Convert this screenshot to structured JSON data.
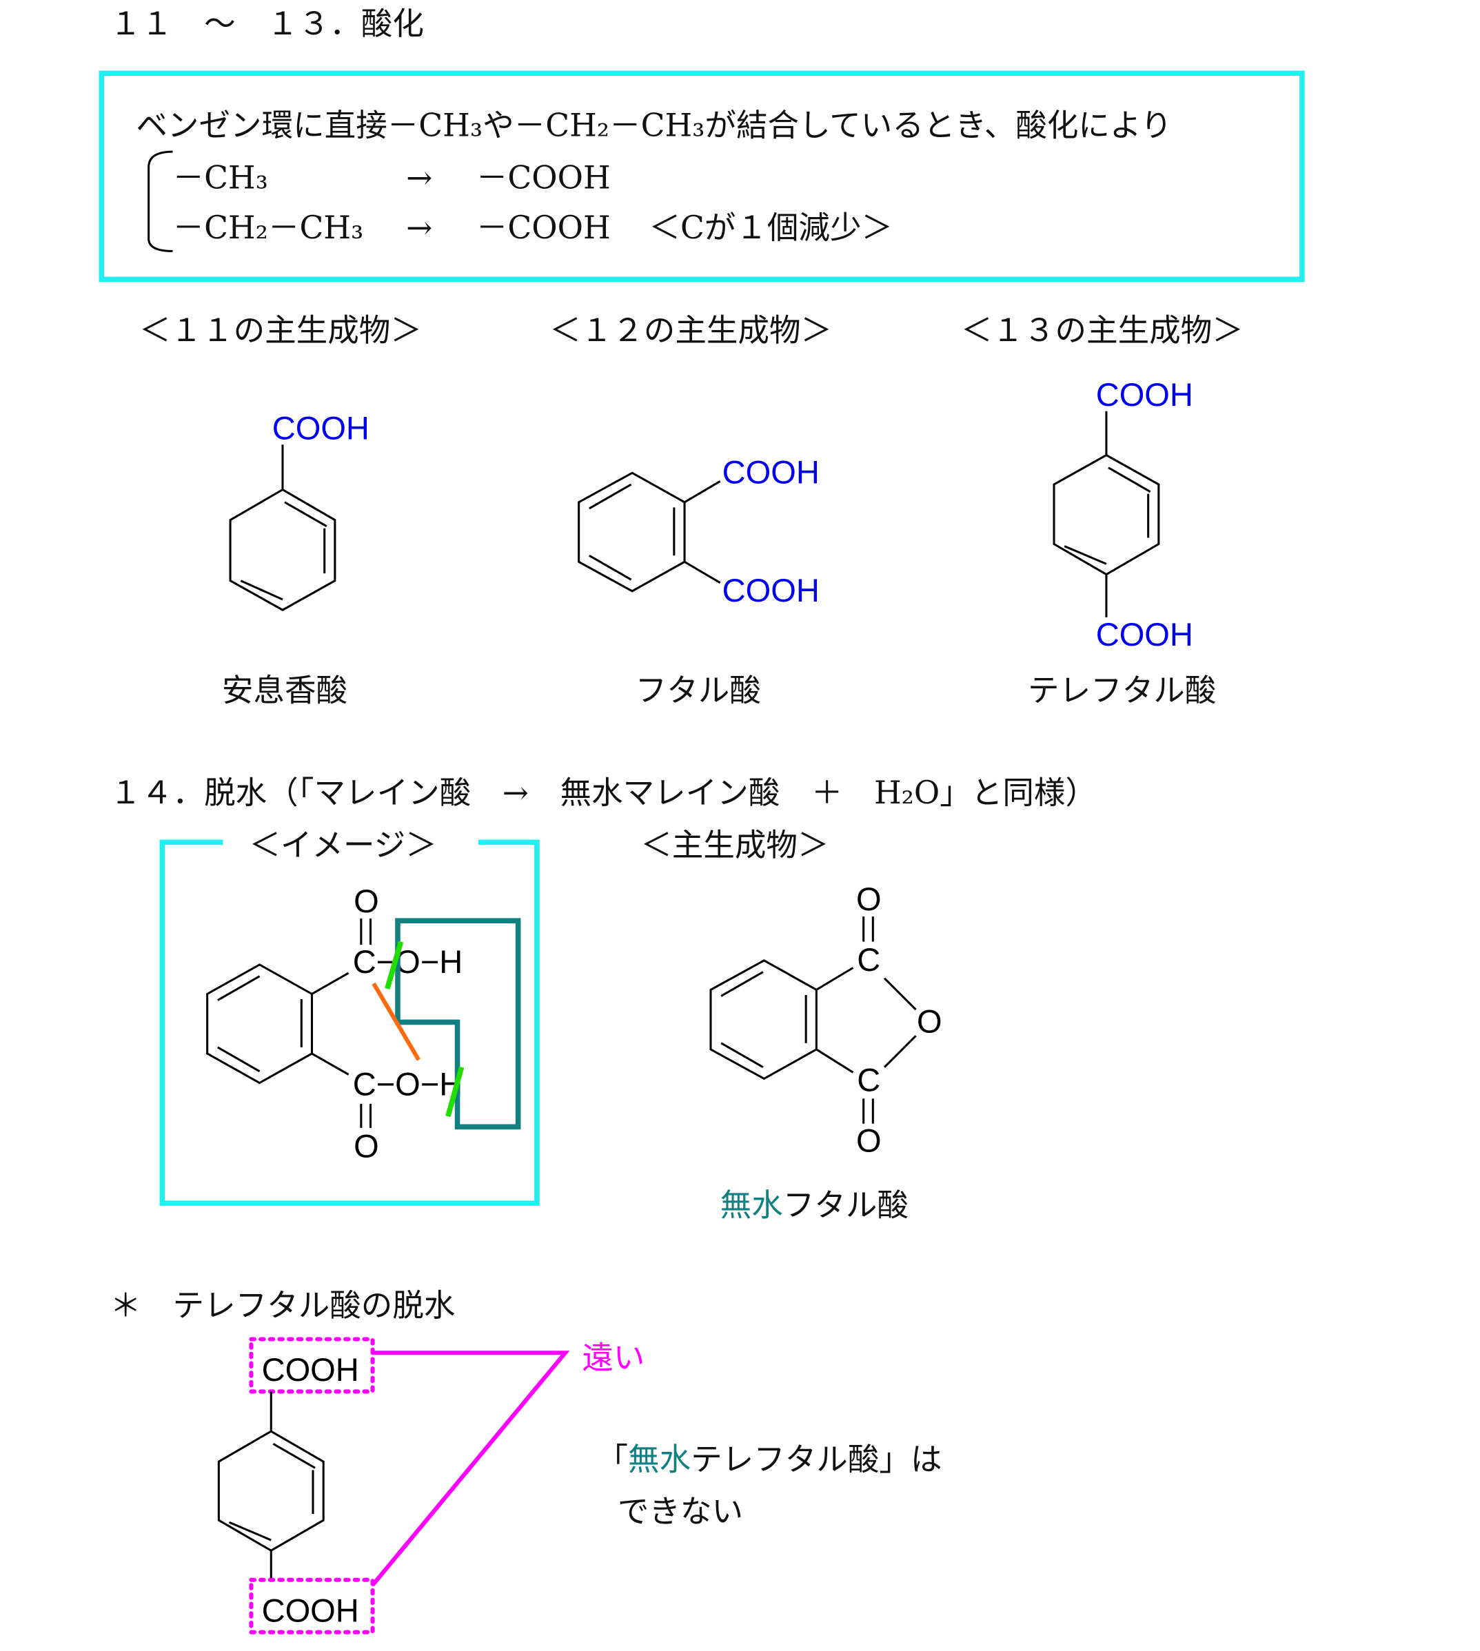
{
  "title": "１１　～　１３．酸化",
  "rule_box": {
    "line1": "ベンゼン環に直接－CH₃や－CH₂－CH₃が結合しているとき、酸化により",
    "row1_from": "－CH₃",
    "row1_arrow": "→",
    "row1_to": "－COOH",
    "row2_from": "－CH₂－CH₃",
    "row2_arrow": "→",
    "row2_to": "－COOH",
    "row2_note": "＜Cが１個減少＞"
  },
  "products": [
    {
      "heading": "＜１１の主生成物＞",
      "group": "COOH",
      "name": "安息香酸"
    },
    {
      "heading": "＜１２の主生成物＞",
      "group_top": "COOH",
      "group_bottom": "COOH",
      "name": "フタル酸"
    },
    {
      "heading": "＜１３の主生成物＞",
      "group_top": "COOH",
      "group_bottom": "COOH",
      "name": "テレフタル酸"
    }
  ],
  "section14": {
    "title": "１４．脱水（「マレイン酸　→　無水マレイン酸　＋　H₂O」と同様）",
    "image_label": "＜イメージ＞",
    "product_label": "＜主生成物＞",
    "image_atoms": {
      "o_top": "O",
      "row_top": "C−O−H",
      "row_bottom": "C−O−H",
      "o_bottom": "O"
    },
    "anhydride_atoms": {
      "o_top": "O",
      "c_top": "C",
      "o_ring": "O",
      "c_bottom": "C",
      "o_bottom": "O"
    },
    "product_name_teal": "無水",
    "product_name_rest": "フタル酸"
  },
  "note": {
    "title": "＊　テレフタル酸の脱水",
    "group_top": "COOH",
    "group_bottom": "COOH",
    "distance_label": "遠い",
    "line1_open": "「",
    "line1_teal": "無水",
    "line1_rest": "テレフタル酸」は",
    "line2": "できない"
  },
  "colors": {
    "cyan": "#22f0f0",
    "teal": "#108080",
    "magenta": "#ff00ff",
    "blue": "#0000ee",
    "green": "#22dd00",
    "orange": "#ff6a10"
  }
}
